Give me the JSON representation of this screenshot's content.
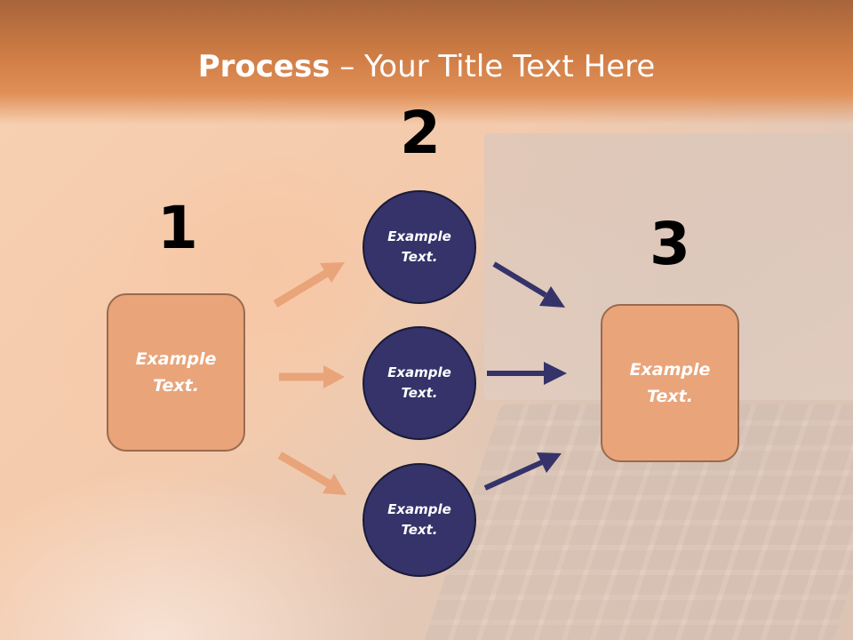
{
  "slide": {
    "title_bold": "Process",
    "title_rest": " – Your Title Text Here"
  },
  "steps": {
    "n1": "1",
    "n2": "2",
    "n3": "3"
  },
  "left_box": {
    "text": "Example Text."
  },
  "circles": [
    {
      "text": "Example Text."
    },
    {
      "text": "Example Text."
    },
    {
      "text": "Example Text."
    }
  ],
  "right_box": {
    "text": "Example Text."
  },
  "colors": {
    "header": "#cf7d45",
    "box_fill": "#e9a47a",
    "box_border": "#9a6a4f",
    "circle_fill": "#35336a",
    "arrow_orange": "#e9a47a",
    "arrow_navy": "#35336a"
  }
}
